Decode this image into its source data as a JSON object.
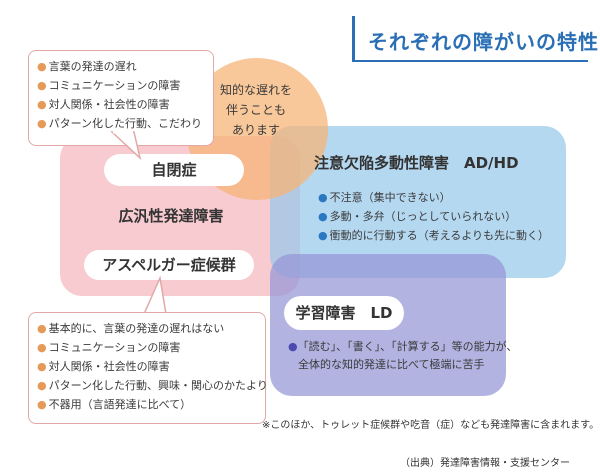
{
  "title": "それぞれの障がいの特性",
  "intellectual": {
    "lines": [
      "知的な遅れを",
      "伴うことも",
      "あります"
    ]
  },
  "autism": {
    "label": "自閉症",
    "group_label": "広汎性発達障害",
    "asperger_label": "アスペルガー症候群"
  },
  "callout_top": {
    "items": [
      "言葉の発達の遅れ",
      "コミュニケーションの障害",
      "対人関係・社会性の障害",
      "パターン化した行動、こだわり"
    ]
  },
  "callout_bottom": {
    "items": [
      "基本的に、言葉の発達の遅れはない",
      "コミュニケーションの障害",
      "対人関係・社会性の障害",
      "パターン化した行動、興味・関心のかたより",
      "不器用（言語発達に比べて）"
    ]
  },
  "adhd": {
    "title": "注意欠陥多動性障害　AD/HD",
    "items": [
      "不注意（集中できない）",
      "多動・多弁（じっとしていられない）",
      "衝動的に行動する（考えるよりも先に動く）"
    ]
  },
  "ld": {
    "title": "学習障害　LD",
    "lines": [
      "「読む」、「書く」、「計算する」等の能力が、",
      "全体的な知的発達に比べて極端に苦手"
    ]
  },
  "note": "※このほか、トゥレット症候群や吃音（症）なども発達障害に含まれます。",
  "source": "（出典）発達障害情報・支援センター",
  "colors": {
    "title": "#2a6fb5",
    "autism_region": "#f0a0aa",
    "adhd_region": "#96c8eb",
    "ld_region": "#9696d7",
    "intellectual_region": "#f5b478"
  }
}
